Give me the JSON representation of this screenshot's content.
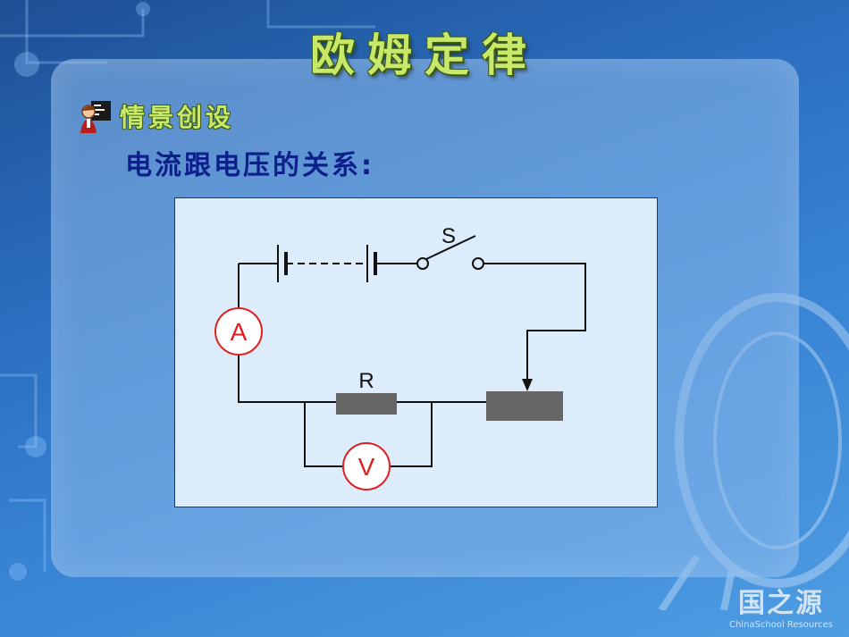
{
  "slide": {
    "title": "欧姆定律",
    "section_label": "情景创设",
    "subtitle": "电流跟电压的关系:"
  },
  "circuit": {
    "switch_label": "S",
    "resistor_label": "R",
    "ammeter_label": "A",
    "voltmeter_label": "V"
  },
  "watermark": {
    "logo": "国之源",
    "text": "ChinaSchool Resources"
  },
  "colors": {
    "title_green": "#c8e86a",
    "subtitle_blue": "#0d1f8a",
    "meter_red": "#e02020",
    "resistor_gray": "#666666"
  }
}
